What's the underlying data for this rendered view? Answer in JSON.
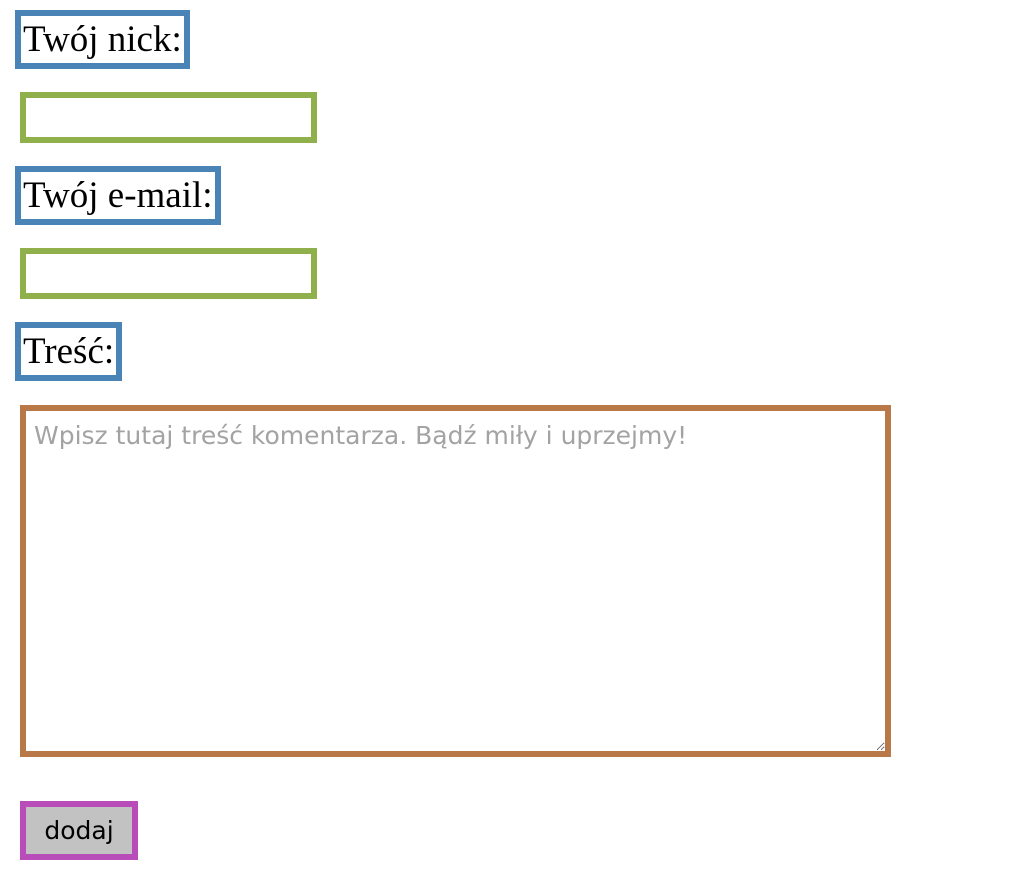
{
  "form": {
    "nick_label": "Twój nick:",
    "nick_value": "",
    "email_label": "Twój e-mail:",
    "email_value": "",
    "content_label": "Treść:",
    "content_placeholder": "Wpisz tutaj treść komentarza. Bądź miły i uprzejmy!",
    "submit_label": "dodaj"
  },
  "colors": {
    "label_border": "#4a83b5",
    "input_border": "#8fb04a",
    "textarea_border": "#b87848",
    "button_border": "#b84cb8",
    "button_bg": "#c2c2c2"
  }
}
